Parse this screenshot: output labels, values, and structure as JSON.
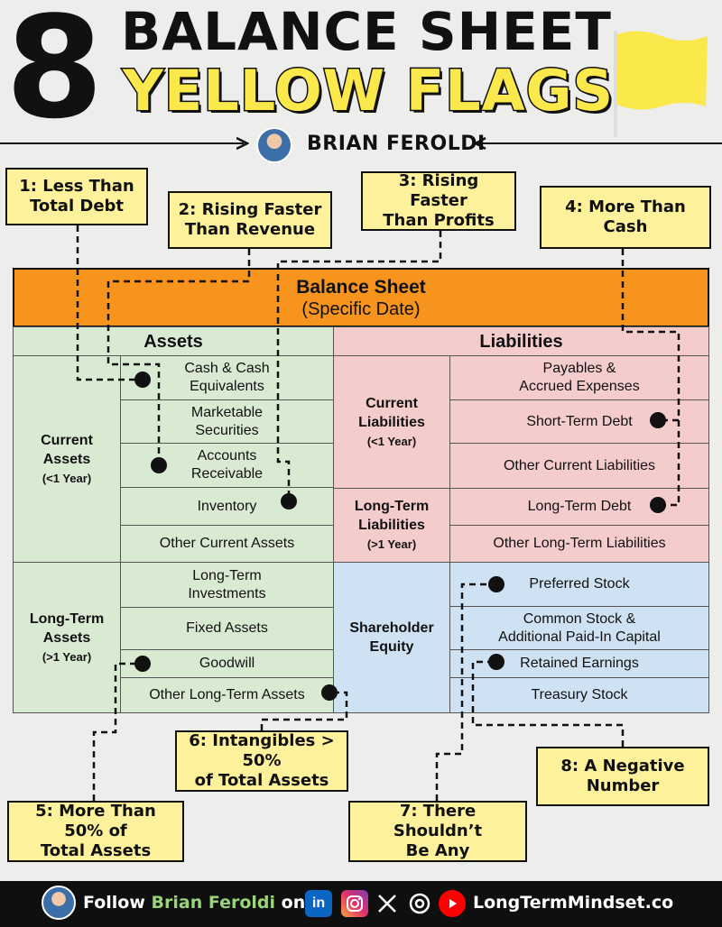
{
  "header": {
    "number": "8",
    "title_line1": "BALANCE SHEET",
    "title_line2": "YELLOW FLAGS",
    "author": "BRIAN FEROLDI"
  },
  "flags": [
    {
      "id": 1,
      "label": "1: Less Than Total Debt"
    },
    {
      "id": 2,
      "label": "2: Rising Faster Than Revenue"
    },
    {
      "id": 3,
      "label": "3: Rising Faster Than Profits"
    },
    {
      "id": 4,
      "label": "4: More Than Cash"
    },
    {
      "id": 5,
      "label": "5: More Than 50% of Total Assets"
    },
    {
      "id": 6,
      "label": "6: Intangibles > 50% of Total Assets"
    },
    {
      "id": 7,
      "label": "7: There Shouldn’t Be Any"
    },
    {
      "id": 8,
      "label": "8: A Negative Number"
    }
  ],
  "flag_lines": {
    "f1a": "1: Less Than",
    "f1b": "Total Debt",
    "f2a": "2: Rising Faster",
    "f2b": "Than Revenue",
    "f3a": "3: Rising Faster",
    "f3b": "Than Profits",
    "f4a": "4: More Than",
    "f4b": "Cash",
    "f5a": "5: More Than 50% of",
    "f5b": "Total Assets",
    "f6a": "6: Intangibles > 50%",
    "f6b": "of Total Assets",
    "f7a": "7: There Shouldn’t",
    "f7b": "Be Any",
    "f8a": "8: A Negative",
    "f8b": "Number"
  },
  "sheet": {
    "title": "Balance Sheet",
    "subtitle": "(Specific Date)",
    "assets_header": "Assets",
    "liabilities_header": "Liabilities",
    "current_assets": {
      "a": "Current",
      "b": "Assets",
      "sub": "(<1 Year)"
    },
    "longterm_assets": {
      "a": "Long-Term",
      "b": "Assets",
      "sub": "(>1 Year)"
    },
    "current_liabilities": {
      "a": "Current",
      "b": "Liabilities",
      "sub": "(<1 Year)"
    },
    "longterm_liabilities": {
      "a": "Long-Term",
      "b": "Liabilities",
      "sub": "(>1 Year)"
    },
    "equity": {
      "a": "Shareholder",
      "b": "Equity"
    },
    "items": {
      "cash_a": "Cash & Cash",
      "cash_b": "Equivalents",
      "mkt_a": "Marketable",
      "mkt_b": "Securities",
      "ar_a": "Accounts",
      "ar_b": "Receivable",
      "inventory": "Inventory",
      "other_current_assets": "Other Current Assets",
      "lti_a": "Long-Term",
      "lti_b": "Investments",
      "fixed_assets": "Fixed Assets",
      "goodwill": "Goodwill",
      "other_lt_assets": "Other Long-Term Assets",
      "payables_a": "Payables &",
      "payables_b": "Accrued Expenses",
      "st_debt": "Short-Term Debt",
      "other_current_liabilities": "Other Current Liabilities",
      "lt_debt": "Long-Term Debt",
      "other_lt_liabilities": "Other Long-Term Liabilities",
      "preferred": "Preferred Stock",
      "common_a": "Common Stock &",
      "common_b": "Additional Paid-In Capital",
      "retained": "Retained Earnings",
      "treasury": "Treasury Stock"
    }
  },
  "footer": {
    "follow": "Follow",
    "name": "Brian Feroldi",
    "on": "on",
    "site": "LongTermMindset.co"
  },
  "colors": {
    "orange": "#f7941d",
    "green": "#d9ead3",
    "red": "#f4cccc",
    "blue": "#cfe2f3",
    "flag_yellow": "#fdf29b",
    "title_yellow": "#fbe84a"
  }
}
